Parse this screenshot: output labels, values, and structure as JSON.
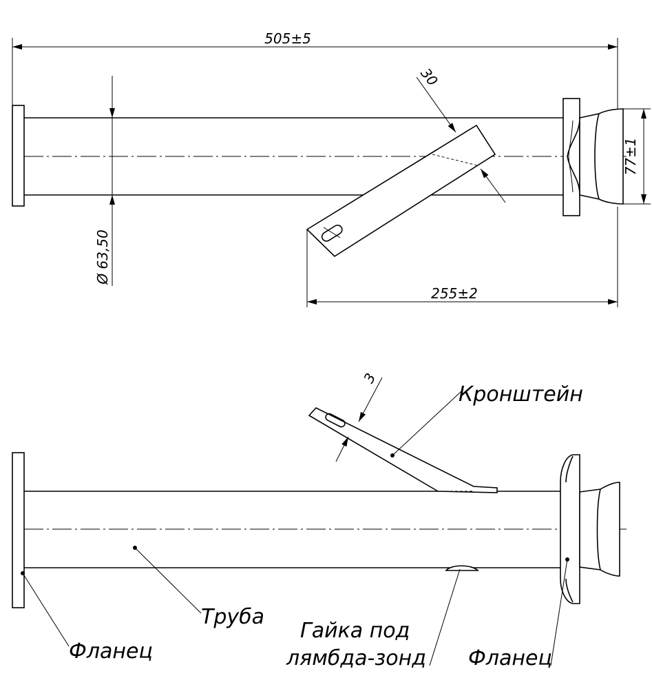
{
  "top_view": {
    "dim_overall_length": "505±5",
    "dim_bracket_angle": "30",
    "dim_diameter": "Ø 63,50",
    "dim_flange_height": "77±1",
    "dim_bracket_position": "255±2"
  },
  "side_view": {
    "dim_bracket_thickness": "3",
    "label_bracket": "Кронштейн",
    "label_pipe": "Труба",
    "label_nut_line1": "Гайка под",
    "label_nut_line2": "лямбда-зонд",
    "label_flange_left": "Фланец",
    "label_flange_right": "Фланец"
  }
}
